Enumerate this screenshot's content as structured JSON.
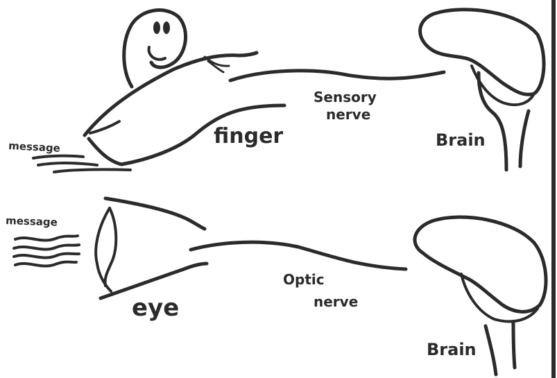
{
  "diagram": {
    "top_panel": {
      "message_label": "message",
      "finger_label": "finger",
      "nerve_label_line1": "Sensory",
      "nerve_label_line2": "nerve",
      "brain_label": "Brain"
    },
    "bottom_panel": {
      "message_label": "message",
      "eye_label": "eye",
      "nerve_label_line1": "Optic",
      "nerve_label_line2": "nerve",
      "brain_label": "Brain"
    }
  }
}
